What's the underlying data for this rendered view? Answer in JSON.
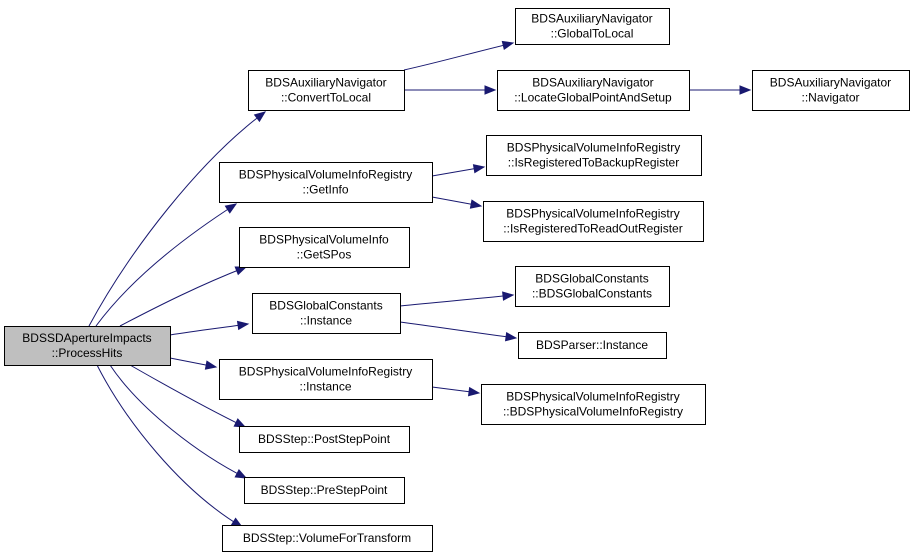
{
  "colors": {
    "edge": "#191970",
    "root_fill": "#bfbfbf",
    "node_fill": "#ffffff",
    "node_border": "#000000"
  },
  "nodes": [
    {
      "id": "root",
      "lines": [
        "BDSSDApertureImpacts",
        "::ProcessHits"
      ],
      "interactable": true,
      "root": true
    },
    {
      "id": "aux-convert",
      "lines": [
        "BDSAuxiliaryNavigator",
        "::ConvertToLocal"
      ],
      "interactable": true
    },
    {
      "id": "aux-global",
      "lines": [
        "BDSAuxiliaryNavigator",
        "::GlobalToLocal"
      ],
      "interactable": true
    },
    {
      "id": "aux-locate",
      "lines": [
        "BDSAuxiliaryNavigator",
        "::LocateGlobalPointAndSetup"
      ],
      "interactable": true
    },
    {
      "id": "aux-navigator",
      "lines": [
        "BDSAuxiliaryNavigator",
        "::Navigator"
      ],
      "interactable": true
    },
    {
      "id": "pvir-getinfo",
      "lines": [
        "BDSPhysicalVolumeInfoRegistry",
        "::GetInfo"
      ],
      "interactable": true
    },
    {
      "id": "pvir-backup",
      "lines": [
        "BDSPhysicalVolumeInfoRegistry",
        "::IsRegisteredToBackupRegister"
      ],
      "interactable": true
    },
    {
      "id": "pvir-readout",
      "lines": [
        "BDSPhysicalVolumeInfoRegistry",
        "::IsRegisteredToReadOutRegister"
      ],
      "interactable": true
    },
    {
      "id": "pvi-getspos",
      "lines": [
        "BDSPhysicalVolumeInfo",
        "::GetSPos"
      ],
      "interactable": true
    },
    {
      "id": "gc-instance",
      "lines": [
        "BDSGlobalConstants",
        "::Instance"
      ],
      "interactable": true
    },
    {
      "id": "gc-ctor",
      "lines": [
        "BDSGlobalConstants",
        "::BDSGlobalConstants"
      ],
      "interactable": true
    },
    {
      "id": "parser-instance",
      "lines": [
        "BDSParser::Instance"
      ],
      "interactable": true
    },
    {
      "id": "pvir-instance",
      "lines": [
        "BDSPhysicalVolumeInfoRegistry",
        "::Instance"
      ],
      "interactable": true
    },
    {
      "id": "pvir-ctor",
      "lines": [
        "BDSPhysicalVolumeInfoRegistry",
        "::BDSPhysicalVolumeInfoRegistry"
      ],
      "interactable": true
    },
    {
      "id": "step-post",
      "lines": [
        "BDSStep::PostStepPoint"
      ],
      "interactable": true
    },
    {
      "id": "step-pre",
      "lines": [
        "BDSStep::PreStepPoint"
      ],
      "interactable": true
    },
    {
      "id": "step-volume",
      "lines": [
        "BDSStep::VolumeForTransform"
      ],
      "interactable": true
    }
  ],
  "edges": [
    {
      "from": "root",
      "to": "aux-convert"
    },
    {
      "from": "root",
      "to": "pvir-getinfo"
    },
    {
      "from": "root",
      "to": "pvi-getspos"
    },
    {
      "from": "root",
      "to": "gc-instance"
    },
    {
      "from": "root",
      "to": "pvir-instance"
    },
    {
      "from": "root",
      "to": "step-post"
    },
    {
      "from": "root",
      "to": "step-pre"
    },
    {
      "from": "root",
      "to": "step-volume"
    },
    {
      "from": "aux-convert",
      "to": "aux-global"
    },
    {
      "from": "aux-convert",
      "to": "aux-locate"
    },
    {
      "from": "aux-locate",
      "to": "aux-navigator"
    },
    {
      "from": "pvir-getinfo",
      "to": "pvir-backup"
    },
    {
      "from": "pvir-getinfo",
      "to": "pvir-readout"
    },
    {
      "from": "gc-instance",
      "to": "gc-ctor"
    },
    {
      "from": "gc-instance",
      "to": "parser-instance"
    },
    {
      "from": "pvir-instance",
      "to": "pvir-ctor"
    }
  ]
}
